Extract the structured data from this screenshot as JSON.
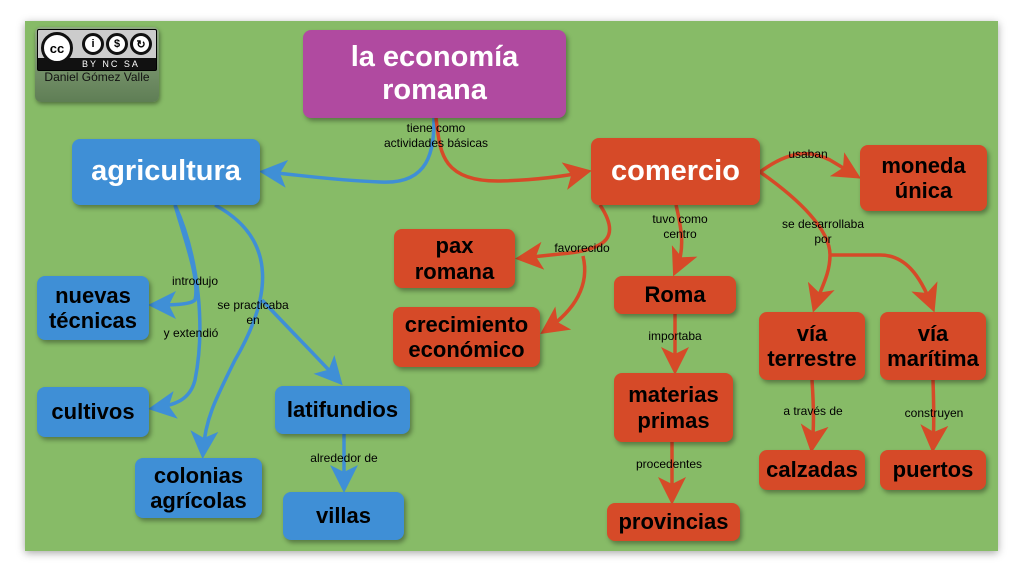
{
  "license": {
    "logo_text": "cc",
    "badge_text": "BY NC SA",
    "author": "Daniel Gómez\nValle"
  },
  "nodes": {
    "title": "la economía\nromana",
    "agricultura": "agricultura",
    "comercio": "comercio",
    "moneda": "moneda\núnica",
    "pax": "pax\nromana",
    "crecimiento": "crecimiento\neconómico",
    "roma": "Roma",
    "materias": "materias\nprimas",
    "provincias": "provincias",
    "via_terrestre": "vía\nterrestre",
    "via_maritima": "vía\nmarítima",
    "calzadas": "calzadas",
    "puertos": "puertos",
    "nuevas": "nuevas\ntécnicas",
    "cultivos": "cultivos",
    "colonias": "colonias\nagrícolas",
    "latifundios": "latifundios",
    "villas": "villas"
  },
  "links": {
    "tiene": "tiene como\nactividades básicas",
    "introdujo": "introdujo",
    "extendio": "y extendió",
    "practicaba": "se practicaba\nen",
    "alrededor": "alrededor de",
    "favorecido": "favorecido",
    "tuvo": "tuvo como\ncentro",
    "usaban": "usaban",
    "desarrollaba": "se desarrollaba\npor",
    "importaba": "importaba",
    "procedentes": "procedentes",
    "traves": "a través de",
    "construyen": "construyen"
  },
  "colors": {
    "background": "#87bb67",
    "purple": "#b04aa0",
    "blue": "#3f8fd6",
    "red": "#d64a28"
  }
}
